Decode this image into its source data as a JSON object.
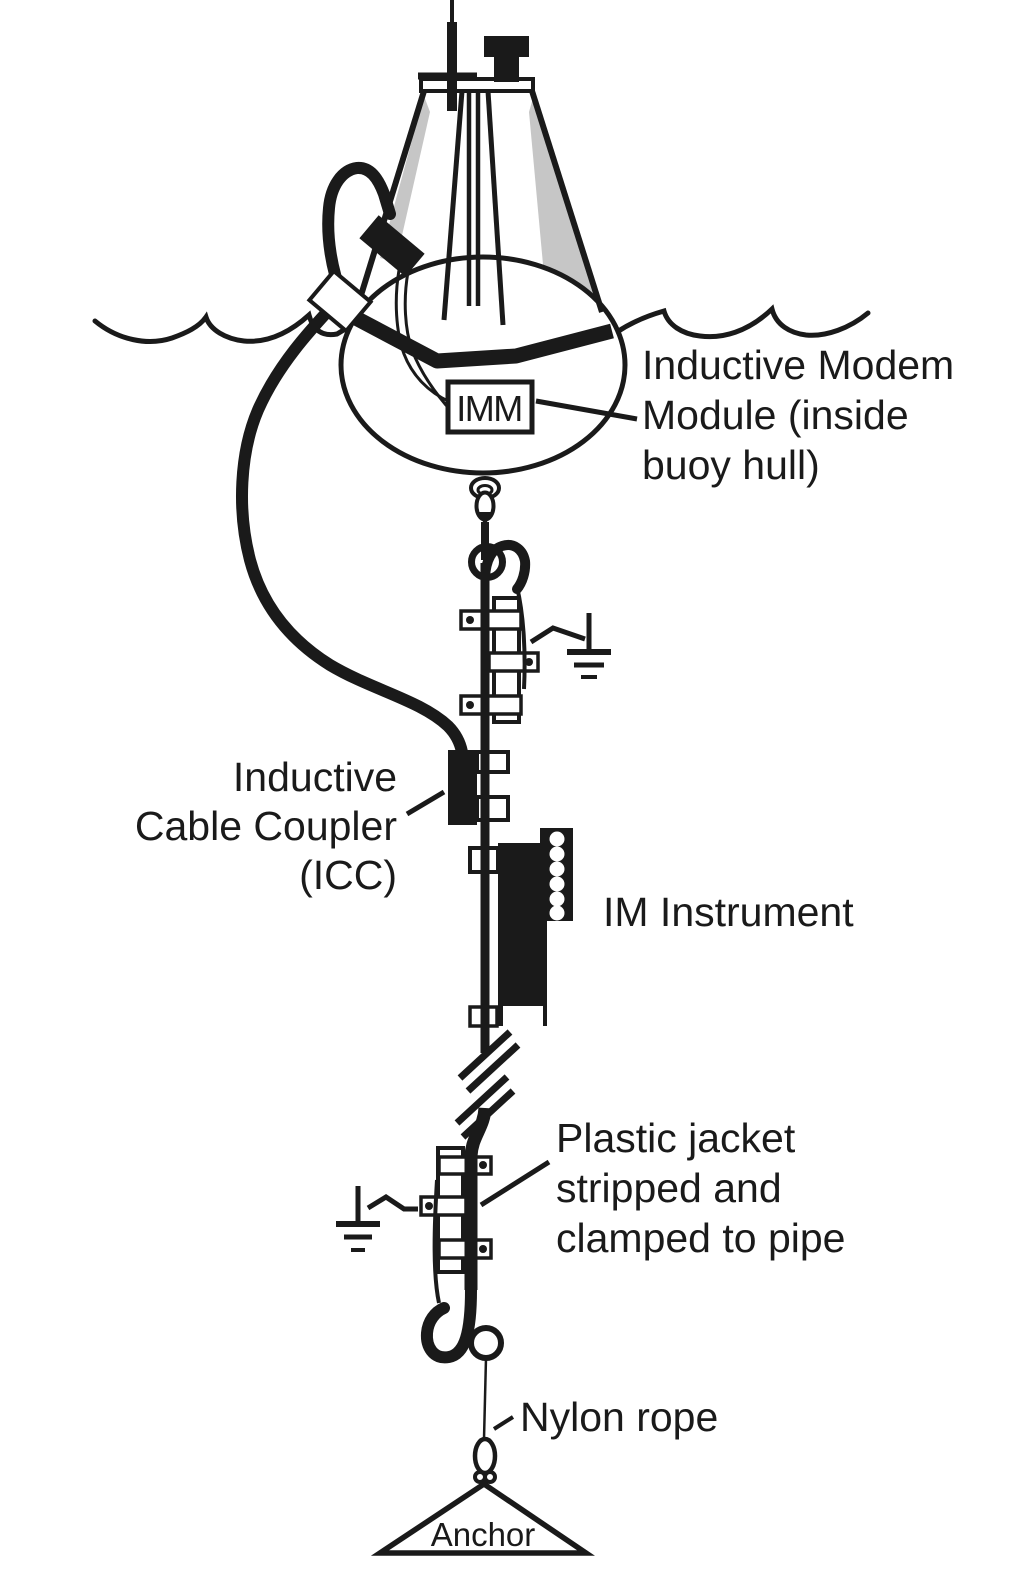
{
  "figure": {
    "kind": "inductive-modem-mooring-diagram",
    "labels": {
      "imm_chip": "IMM",
      "imm_module_line1": "Inductive Modem",
      "imm_module_line2": "Module (inside",
      "imm_module_line3": "buoy hull)",
      "icc_line1": "Inductive",
      "icc_line2": "Cable Coupler",
      "icc_line3": "(ICC)",
      "im_instrument": "IM Instrument",
      "plastic_jacket_line1": "Plastic jacket",
      "plastic_jacket_line2": "stripped and",
      "plastic_jacket_line3": "clamped to pipe",
      "nylon_rope": "Nylon rope",
      "anchor": "Anchor"
    },
    "colors": {
      "ink": "#1a1a1a",
      "hull_gray": "#c6c6c6",
      "background": "#ffffff"
    }
  }
}
